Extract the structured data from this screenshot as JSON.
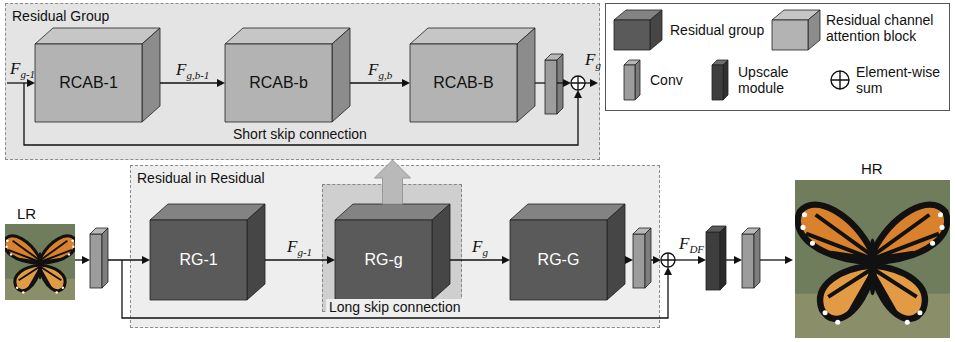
{
  "diagram": {
    "nodes": [
      {
        "text": [
          "Residual Group"
        ]
      },
      {
        "text": [
          "RCAB-1"
        ],
        "in": 0
      },
      {
        "text": [
          "RCAB-b"
        ],
        "in": 0
      },
      {
        "text": [
          "RCAB-B"
        ],
        "in": 0
      },
      {
        "text": [
          "Residual in Residual"
        ]
      },
      {
        "text": [
          "RG-1"
        ],
        "in": 4
      },
      {
        "text": [
          "RG-g"
        ],
        "in": 4
      },
      {
        "text": [
          "RG-G"
        ],
        "in": 4
      }
    ],
    "edges": [
      {
        "from": 1,
        "to": 2,
        "arrow": "to",
        "label": "Fg,b-1"
      },
      {
        "from": 2,
        "to": 3,
        "arrow": "to",
        "label": "Fg,b"
      },
      {
        "from": 5,
        "to": 6,
        "arrow": "to",
        "label": "Fg-1"
      },
      {
        "from": 6,
        "to": 7,
        "arrow": "to",
        "label": "Fg"
      },
      {
        "from": 6,
        "to": 0,
        "arrow": "to"
      }
    ],
    "labels": [
      "Fg-1",
      "Fg",
      "Short skip connection",
      "LR",
      "Long skip connection",
      "FDF",
      "HR"
    ],
    "legend": [
      {
        "text": "Residual group",
        "color": "#5a5a5a"
      },
      {
        "text": "Residual channel attention block",
        "color": "#b3b3b3"
      },
      {
        "text": "Conv",
        "color": "#9c9c9c"
      },
      {
        "text": "Upscale module",
        "color": "#3e3e3e"
      },
      {
        "text": "Element-wise sum"
      }
    ]
  }
}
